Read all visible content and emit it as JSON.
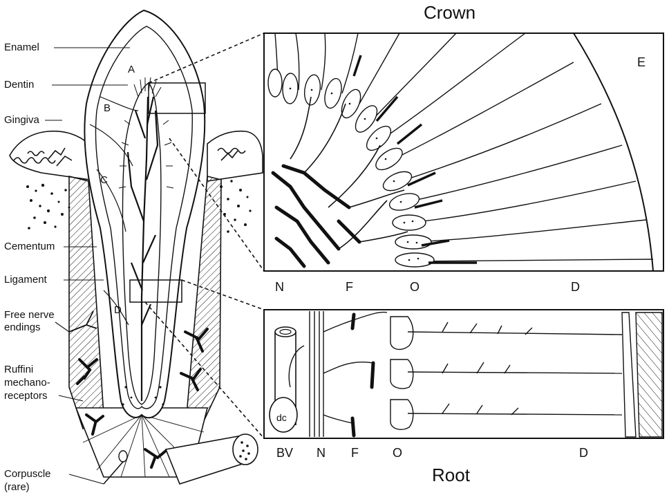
{
  "left_labels": {
    "enamel": "Enamel",
    "dentin": "Dentin",
    "gingiva": "Gingiva",
    "cementum": "Cementum",
    "ligament": "Ligament",
    "free_nerve_1": "Free nerve",
    "free_nerve_2": "endings",
    "ruffini_1": "Ruffini",
    "ruffini_2": "mechano-",
    "ruffini_3": "receptors",
    "corpuscle_1": "Corpuscle",
    "corpuscle_2": "(rare)"
  },
  "tooth_letters": [
    "A",
    "B",
    "C",
    "D"
  ],
  "crown_panel": {
    "title": "Crown",
    "region_E": "E",
    "bottom": [
      "N",
      "F",
      "O",
      "D"
    ]
  },
  "root_panel": {
    "title": "Root",
    "dc": "dc",
    "bottom": [
      "BV",
      "N",
      "F",
      "O",
      "D"
    ]
  }
}
